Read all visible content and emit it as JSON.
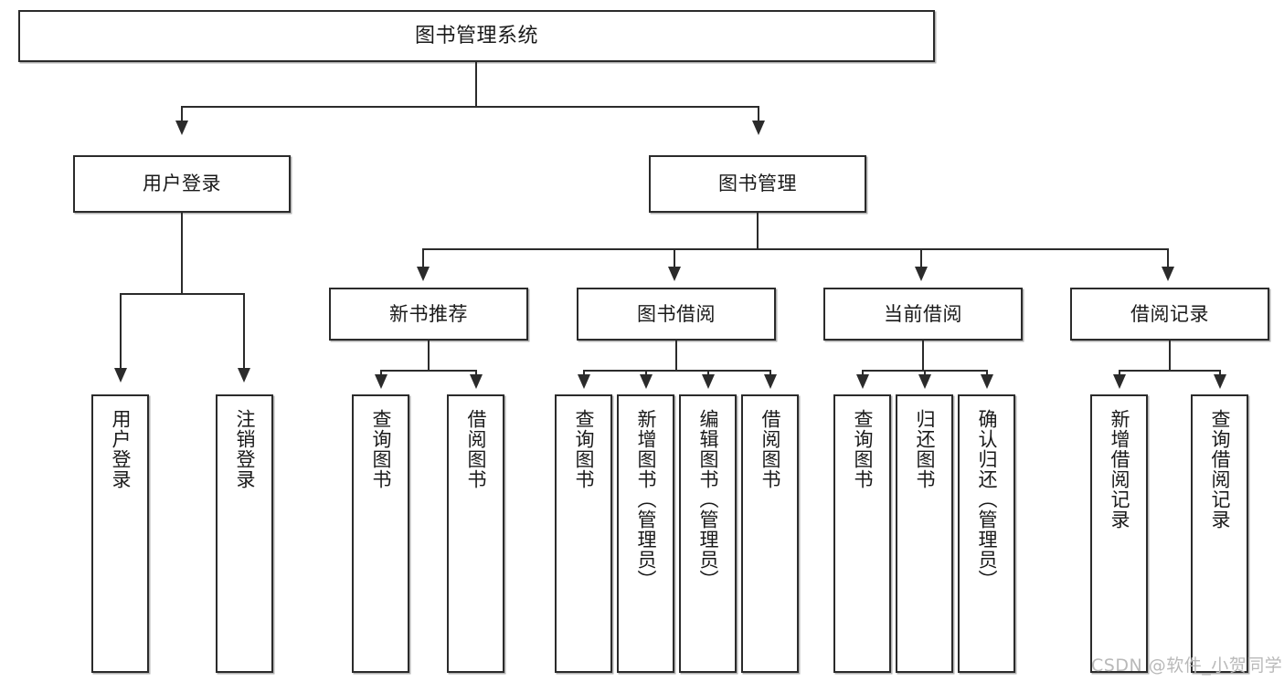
{
  "diagram": {
    "type": "tree-hierarchy-chart",
    "title": "图书管理系统",
    "watermark": "CSDN @软件_小贺同学",
    "colors": {
      "box_stroke": "#2b2b2b",
      "box_fill": "#ffffff",
      "text": "#1a1a1a",
      "connector": "#2b2b2b",
      "watermark": "#b9b9b9",
      "background": "#ffffff"
    },
    "root": {
      "label": "图书管理系统"
    },
    "level2": [
      {
        "label": "用户登录"
      },
      {
        "label": "图书管理"
      }
    ],
    "level3": [
      {
        "label": "新书推荐"
      },
      {
        "label": "图书借阅"
      },
      {
        "label": "当前借阅"
      },
      {
        "label": "借阅记录"
      }
    ],
    "leaves": {
      "user_login": [
        {
          "label": "用户登录"
        },
        {
          "label": "注销登录"
        }
      ],
      "new_book": [
        {
          "label": "查询图书"
        },
        {
          "label": "借阅图书"
        }
      ],
      "book_borrow": [
        {
          "label": "查询图书"
        },
        {
          "label": "新增图书（管理员）"
        },
        {
          "label": "编辑图书（管理员）"
        },
        {
          "label": "借阅图书"
        }
      ],
      "current_borrow": [
        {
          "label": "查询图书"
        },
        {
          "label": "归还图书"
        },
        {
          "label": "确认归还（管理员）"
        }
      ],
      "borrow_record": [
        {
          "label": "新增借阅记录"
        },
        {
          "label": "查询借阅记录"
        }
      ]
    }
  }
}
